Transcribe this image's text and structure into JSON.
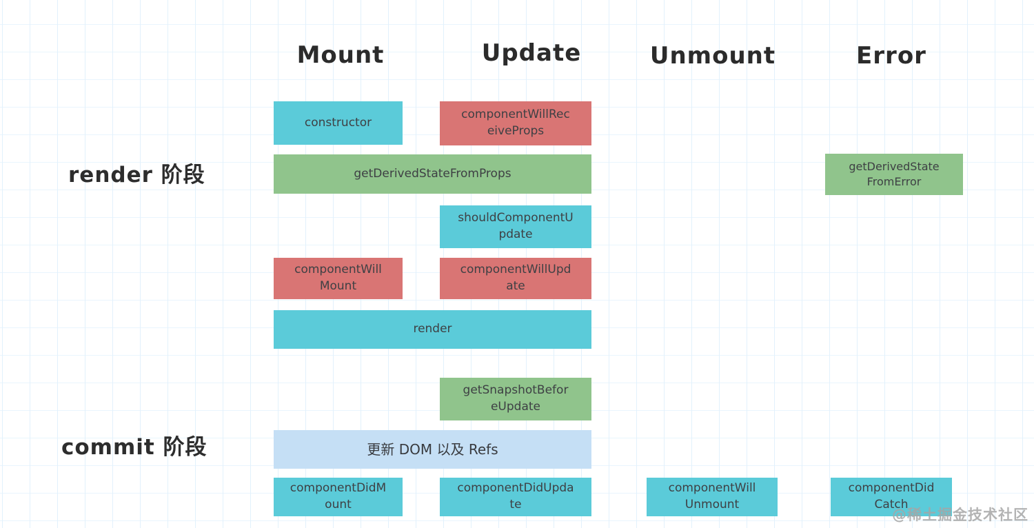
{
  "colors": {
    "teal": "#5bcbd9",
    "red": "#d97574",
    "green": "#90c48c",
    "lightblue": "#c5dff5"
  },
  "headers": {
    "mount": "Mount",
    "update": "Update",
    "unmount": "Unmount",
    "error": "Error"
  },
  "row_labels": {
    "render": "render 阶段",
    "commit": "commit 阶段"
  },
  "boxes": {
    "constructor": {
      "label": "constructor",
      "color": "teal"
    },
    "componentWillReceiveProps": {
      "label": "componentWillRec\neiveProps",
      "color": "red"
    },
    "getDerivedStateFromProps": {
      "label": "getDerivedStateFromProps",
      "color": "green"
    },
    "shouldComponentUpdate": {
      "label": "shouldComponentU\npdate",
      "color": "teal"
    },
    "componentWillMount": {
      "label": "componentWill\nMount",
      "color": "red"
    },
    "componentWillUpdate": {
      "label": "componentWillUpd\nate",
      "color": "red"
    },
    "render": {
      "label": "render",
      "color": "teal"
    },
    "getSnapshotBeforeUpdate": {
      "label": "getSnapshotBefor\neUpdate",
      "color": "green"
    },
    "updateDomAndRefs": {
      "label": "更新 DOM 以及 Refs",
      "color": "lightblue"
    },
    "componentDidMount": {
      "label": "componentDidM\nount",
      "color": "teal"
    },
    "componentDidUpdate": {
      "label": "componentDidUpda\nte",
      "color": "teal"
    },
    "componentWillUnmount": {
      "label": "componentWill\nUnmount",
      "color": "teal"
    },
    "componentDidCatch": {
      "label": "componentDid\nCatch",
      "color": "teal"
    },
    "getDerivedStateFromError": {
      "label": "getDerivedState\nFromError",
      "color": "green"
    }
  },
  "watermark": "@稀土掘金技术社区"
}
